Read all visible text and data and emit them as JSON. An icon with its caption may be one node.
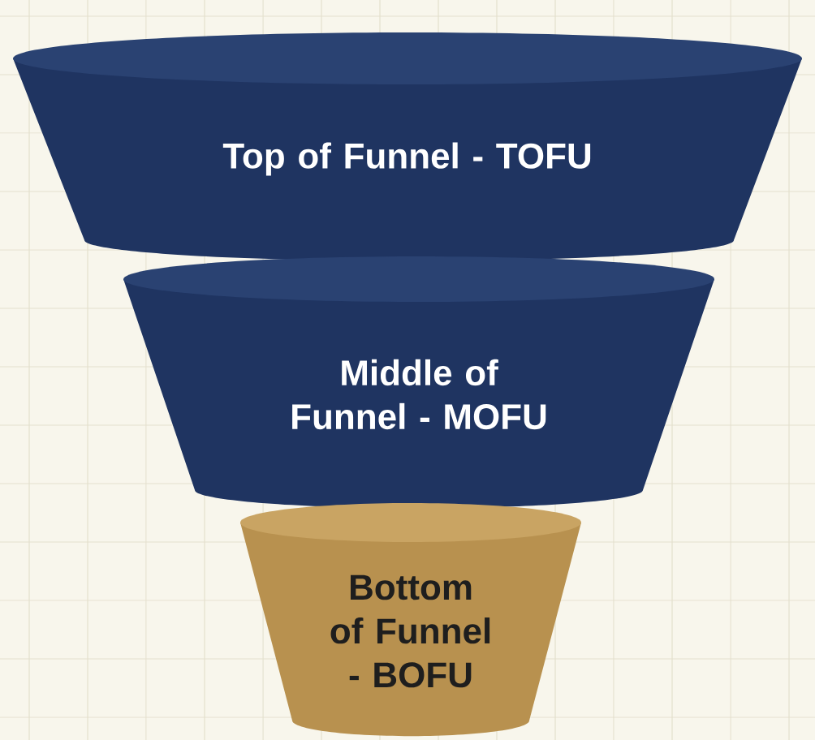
{
  "diagram": {
    "nodes": [
      {
        "text": [
          "Top of Funnel - TOFU"
        ]
      },
      {
        "text": [
          "Middle of Funnel - MOFU"
        ]
      },
      {
        "text": [
          "Bottom of Funnel - BOFU"
        ]
      }
    ]
  }
}
